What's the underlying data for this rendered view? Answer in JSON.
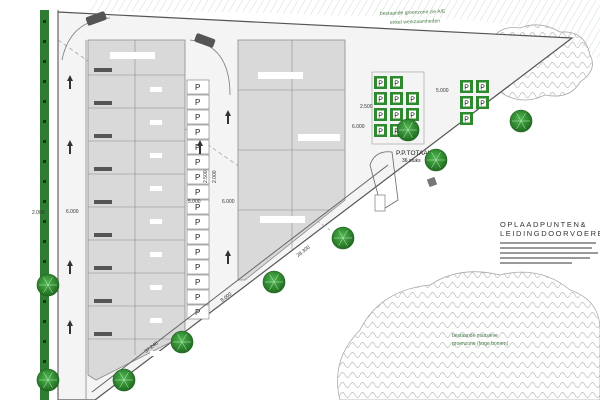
{
  "drawing": {
    "title_line1": "OPLAADPUNTEN&",
    "title_line2": "LEIDINGDOORVOEREN",
    "pp_totaal": "P.P.TOTAAL",
    "pp_count": "36 stuks",
    "top_zone_label": "bestaande groenzone zie A/E",
    "top_zone_label2": "enkel werkzaamheden",
    "bottom_zone_label": "bestaande massieve",
    "bottom_zone_label2": "groenzone (hoge bomen)",
    "dim_6000": "6.000",
    "dim_2000": "2.000",
    "dim_2500": "2.500",
    "dim_5000": "5.000",
    "dim_8000": "8.000",
    "dim_37240": "37.240",
    "dim_28300": "28.300",
    "dim_5000b": "5.000"
  },
  "colors": {
    "tree": "#3a9a3a",
    "tree_dark": "#1f6b1f",
    "ev_block": "#2f8a2f",
    "lot": "#d9d9d9",
    "lot_edge": "#8a8a8a",
    "green_zone": "#d7e4d3",
    "hedge": "#2e7d32"
  },
  "symbols": {
    "parking": "P"
  }
}
